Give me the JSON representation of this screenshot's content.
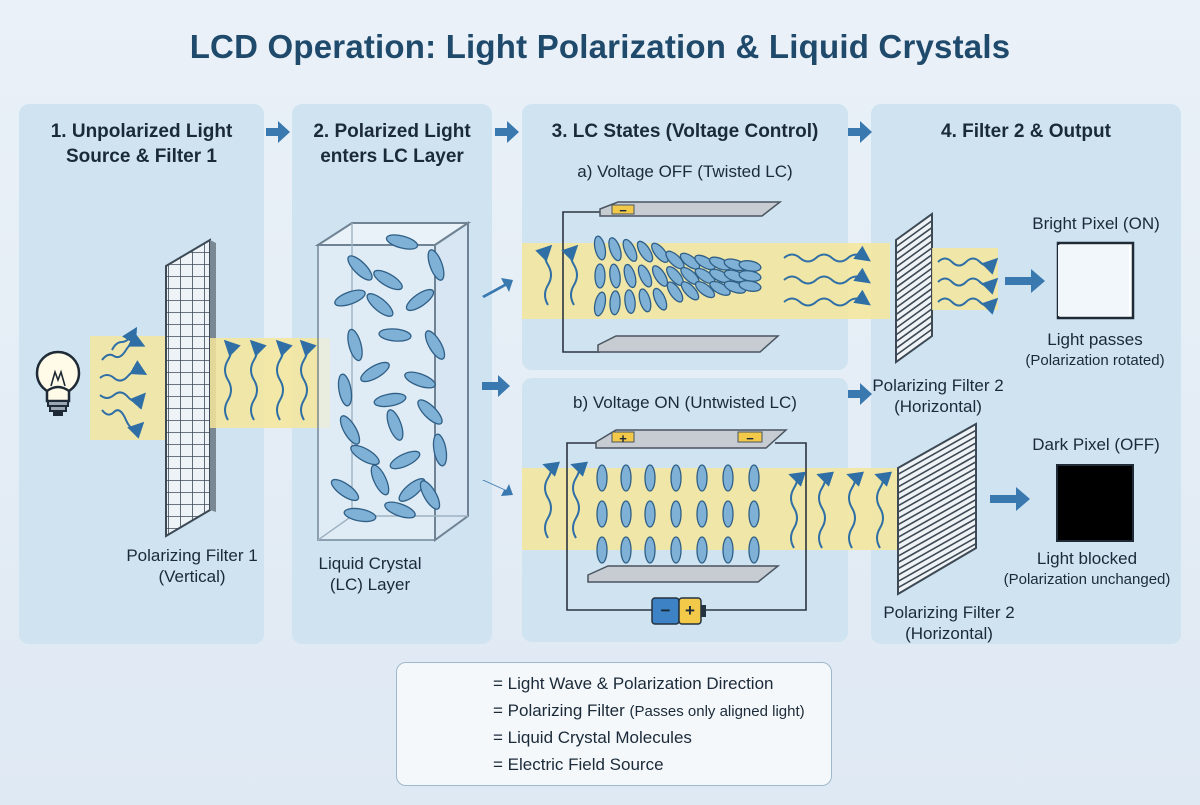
{
  "title": "LCD Operation: Light Polarization & Liquid Crystals",
  "panels": [
    {
      "title_line1": "1. Unpolarized Light",
      "title_line2": "Source & Filter 1"
    },
    {
      "title_line1": "2. Polarized Light",
      "title_line2": "enters LC Layer"
    },
    {
      "title_line1": "3. LC States (Voltage Control)",
      "title_line2": ""
    },
    {
      "title_line1": "4. Filter 2 & Output",
      "title_line2": ""
    }
  ],
  "labels": {
    "filter1_line1": "Polarizing Filter 1",
    "filter1_line2": "(Vertical)",
    "lc_line1": "Liquid Crystal",
    "lc_line2": "(LC) Layer",
    "state_off": "a) Voltage OFF (Twisted LC)",
    "state_on": "b) Voltage ON (Untwisted LC)",
    "filter2a_line1": "Polarizing Filter 2",
    "filter2a_line2": "(Horizontal)",
    "filter2b_line1": "Polarizing Filter 2",
    "filter2b_line2": "(Horizontal)",
    "bright_title": "Bright Pixel (ON)",
    "bright_line1": "Light passes",
    "bright_line2": "(Polarization rotated)",
    "dark_title": "Dark Pixel (OFF)",
    "dark_line1": "Light blocked",
    "dark_line2": "(Polarization unchanged)",
    "minus": "−",
    "plus": "+"
  },
  "legend": [
    {
      "text": "= Light Wave & Polarization Direction",
      "note": ""
    },
    {
      "text": "= Polarizing Filter ",
      "note": "(Passes only aligned light)"
    },
    {
      "text": "= Liquid Crystal Molecules",
      "note": ""
    },
    {
      "text": "= Electric Field Source",
      "note": ""
    }
  ],
  "colors": {
    "panel": "#cfe3f1",
    "light_band": "#f6e69a",
    "wave": "#2f6fa6",
    "molecule": "#7fb0d6",
    "arrow": "#3a78b0",
    "title": "#1f4a6b"
  }
}
